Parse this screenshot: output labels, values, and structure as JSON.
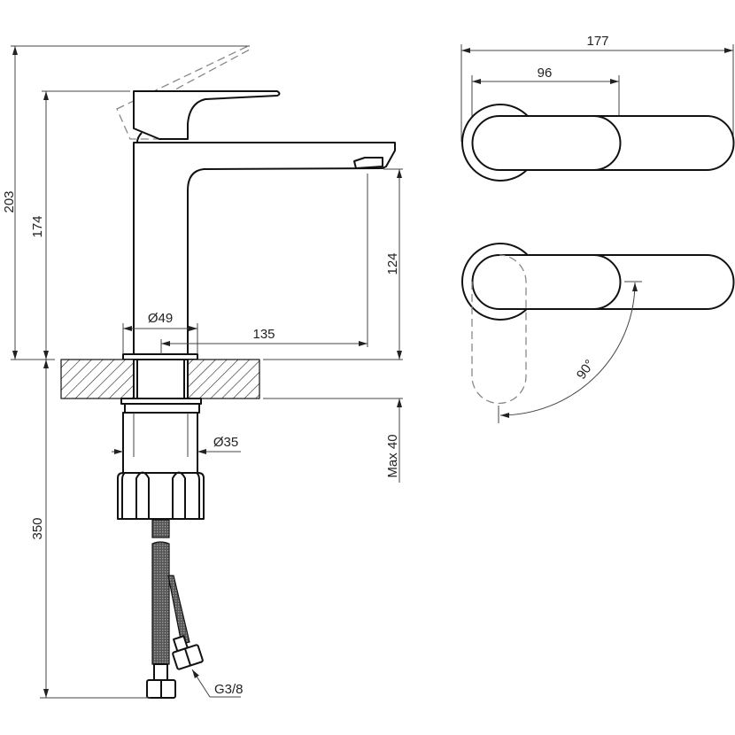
{
  "dimensions": {
    "total_height": "203",
    "body_height": "174",
    "spout_height": "124",
    "base_diameter": "Ø49",
    "spout_reach": "135",
    "shank_diameter": "Ø35",
    "max_countertop": "Max 40",
    "hose_length": "350",
    "connection_thread": "G3/8",
    "top_view_length": "177",
    "handle_length": "96",
    "rotation_angle": "90°"
  }
}
